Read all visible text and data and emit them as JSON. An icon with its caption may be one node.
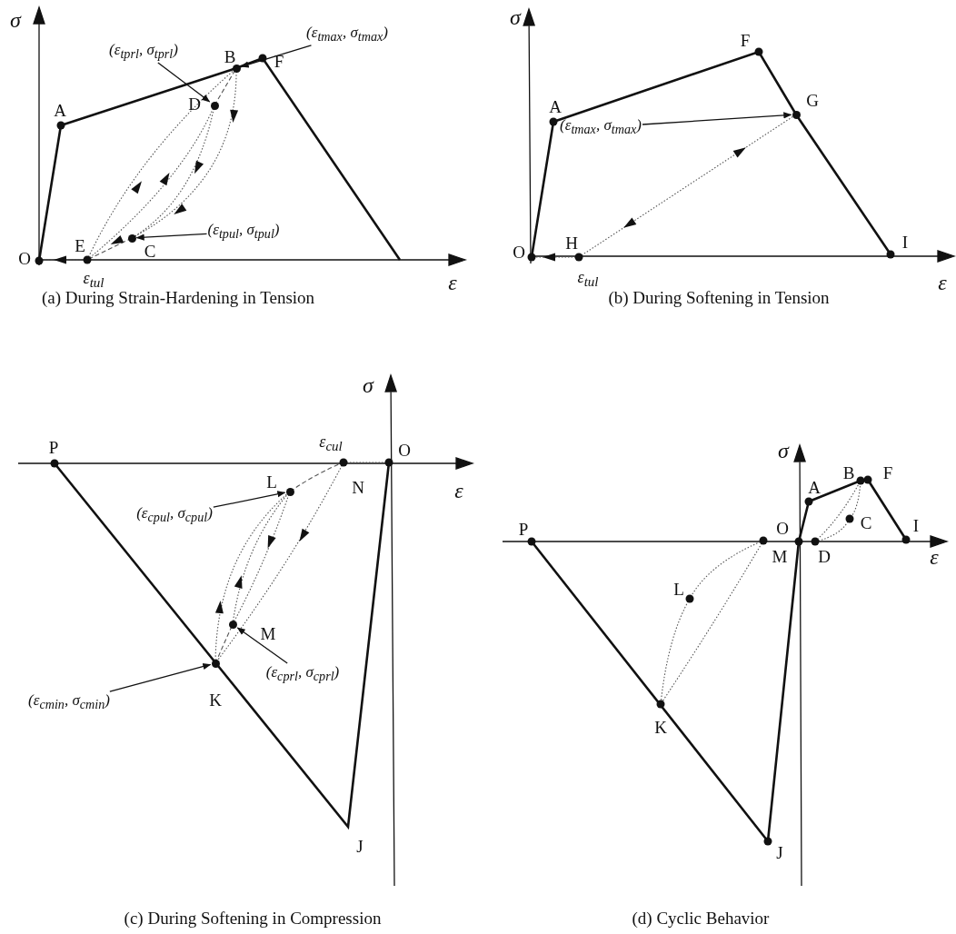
{
  "diagram": {
    "nodes": [
      {
        "text": [
          "(ε$_{tprl}$, σ$_{tprl}$)"
        ]
      },
      {
        "text": [
          "(ε$_{tmax}$, σ$_{tmax}$)"
        ]
      },
      {
        "text": [
          "(ε$_{tpul}$, σ$_{tpul}$)"
        ]
      },
      {
        "text": [
          "(ε$_{tmax}$, σ$_{tmax}$)"
        ]
      },
      {
        "text": [
          "(ε$_{cpul}$, σ$_{cpul}$)"
        ]
      },
      {
        "text": [
          "(ε$_{cprl}$, σ$_{cprl}$)"
        ]
      },
      {
        "text": [
          "(ε$_{cmin}$, σ$_{cmin}$)"
        ]
      },
      {
        "text": [],
        "shape": "circle",
        "beside": [
          "D"
        ]
      },
      {
        "text": [],
        "shape": "circle",
        "beside": [
          "B"
        ]
      },
      {
        "text": [],
        "shape": "circle",
        "beside": [
          "C"
        ]
      },
      {
        "text": [],
        "shape": "circle",
        "beside": [
          "G"
        ]
      },
      {
        "text": [],
        "shape": "circle",
        "beside": [
          "L"
        ]
      },
      {
        "text": [],
        "shape": "circle",
        "beside": [
          "M"
        ]
      },
      {
        "text": [],
        "shape": "circle",
        "beside": [
          "K"
        ]
      }
    ],
    "edges": [
      {
        "from": 0,
        "to": 7,
        "arrow": "to"
      },
      {
        "from": 1,
        "to": 8,
        "arrow": "to"
      },
      {
        "from": 2,
        "to": 9,
        "arrow": "to"
      },
      {
        "from": 3,
        "to": 10,
        "arrow": "to"
      },
      {
        "from": 4,
        "to": 11,
        "arrow": "to"
      },
      {
        "from": 5,
        "to": 12,
        "arrow": "to"
      },
      {
        "from": 6,
        "to": 13,
        "arrow": "to"
      }
    ],
    "labels": [
      "σ",
      "F",
      "A",
      "O",
      "E",
      "ε$_{tul}$",
      "ε",
      "(a) During Strain-Hardening in Tension",
      "σ",
      "F",
      "A",
      "O",
      "H",
      "I",
      "ε$_{tul}$",
      "ε",
      "(b) During Softening in Tension",
      "σ",
      "P",
      "ε$_{cul}$",
      "O",
      "N",
      "ε",
      "J",
      "(c) During Softening in Compression",
      "σ",
      "B",
      "F",
      "A",
      "P",
      "O",
      "C",
      "I",
      "M",
      "D",
      "ε",
      "L",
      "K",
      "J",
      "(d) Cyclic Behavior"
    ]
  }
}
